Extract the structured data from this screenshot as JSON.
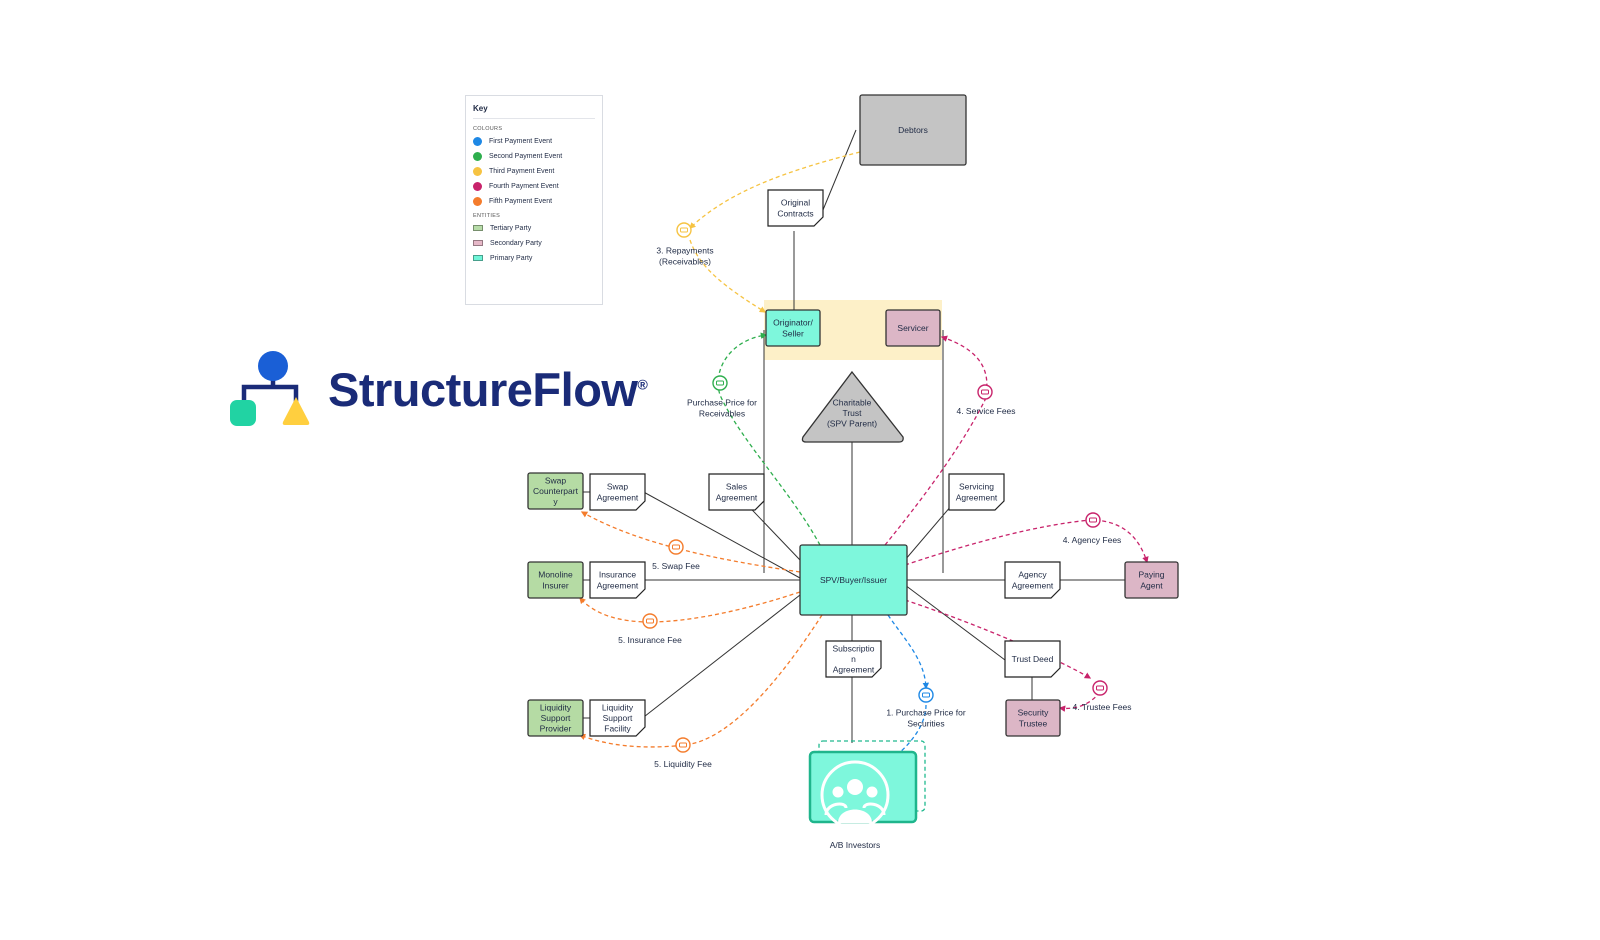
{
  "key": {
    "title": "Key",
    "colours_heading": "COLOURS",
    "colours": [
      {
        "label": "First Payment Event",
        "color": "#1e88e5"
      },
      {
        "label": "Second Payment Event",
        "color": "#2eae4d"
      },
      {
        "label": "Third Payment Event",
        "color": "#f6c342"
      },
      {
        "label": "Fourth Payment Event",
        "color": "#c8236b"
      },
      {
        "label": "Fifth Payment Event",
        "color": "#f47c2c"
      }
    ],
    "entities_heading": "ENTITIES",
    "entities": [
      {
        "label": "Tertiary Party",
        "color": "#b7dca8"
      },
      {
        "label": "Secondary Party",
        "color": "#e6b8c8"
      },
      {
        "label": "Primary Party",
        "color": "#6ff5d8"
      }
    ]
  },
  "brand": {
    "name": "StructureFlow",
    "reg": "®"
  },
  "colors": {
    "primary": "#7ef7dc",
    "secondary": "#dcb6c6",
    "tertiary": "#b5dba4",
    "neutral": "#c4c4c4",
    "highlight": "#fdf0c8",
    "blue": "#1e88e5",
    "green": "#2eae4d",
    "yellow": "#f6c342",
    "magenta": "#c8236b",
    "orange": "#f47c2c"
  },
  "nodes": {
    "debtors": "Debtors",
    "originator": [
      "Originator/",
      "Seller"
    ],
    "servicer": "Servicer",
    "trust": [
      "Charitable",
      "Trust",
      "(SPV Parent)"
    ],
    "spv": "SPV/Buyer/Issuer",
    "swap_cp": [
      "Swap",
      "Counterpart",
      "y"
    ],
    "monoline": [
      "Monoline",
      "Insurer"
    ],
    "liquidity_provider": [
      "Liquidity",
      "Support",
      "Provider"
    ],
    "paying_agent": [
      "Paying",
      "Agent"
    ],
    "security_trustee": [
      "Security",
      "Trustee"
    ],
    "investors": "A/B Investors"
  },
  "documents": {
    "original_contracts": [
      "Original",
      "Contracts"
    ],
    "sales_agreement": [
      "Sales",
      "Agreement"
    ],
    "servicing_agreement": [
      "Servicing",
      "Agreement"
    ],
    "swap_agreement": [
      "Swap",
      "Agreement"
    ],
    "insurance_agreement": [
      "Insurance",
      "Agreement"
    ],
    "liquidity_facility": [
      "Liquidity",
      "Support",
      "Facility"
    ],
    "agency_agreement": [
      "Agency",
      "Agreement"
    ],
    "trust_deed": [
      "Trust Deed"
    ],
    "subscription_agreement": [
      "Subscriptio",
      "n",
      "Agreement"
    ]
  },
  "flows": {
    "repayments": [
      "3. Repayments",
      "(Receivables)"
    ],
    "purchase_receivables": [
      "Purchase Price for",
      "Receivables"
    ],
    "service_fees": [
      "4. Service Fees"
    ],
    "agency_fees": [
      "4. Agency Fees"
    ],
    "swap_fee": [
      "5. Swap Fee"
    ],
    "insurance_fee": [
      "5. Insurance Fee"
    ],
    "liquidity_fee": [
      "5. Liquidity Fee"
    ],
    "purchase_securities": [
      "1. Purchase Price for",
      "Securities"
    ],
    "trustee_fees": [
      "4. Trustee Fees"
    ]
  }
}
